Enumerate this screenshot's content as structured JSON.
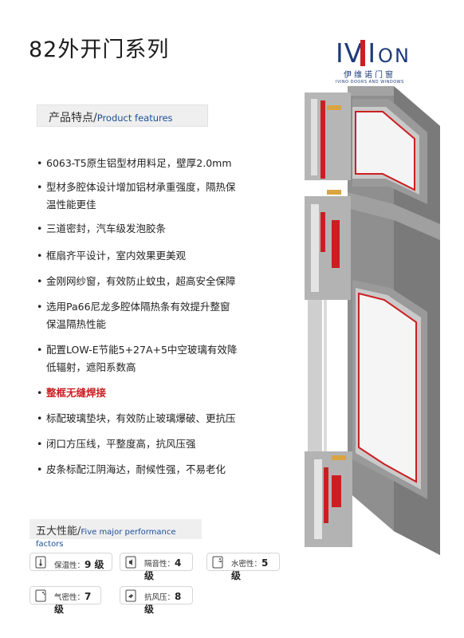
{
  "title": "82外开门系列",
  "logo": {
    "mark_i": "I",
    "mark_v": "V",
    "mark_i2": "I",
    "mark_on": "ON",
    "cn": "伊维诺门窗",
    "en": "IVINO DOORS AND WINDOWS"
  },
  "features_section": {
    "title_cn": "产品特点/",
    "title_en": "Product features"
  },
  "features": [
    {
      "text": "6063-T5原生铝型材用料足，壁厚2.0mm"
    },
    {
      "text": "型材多腔体设计增加铝材承重强度，隔热保",
      "text2": "温性能更佳"
    },
    {
      "text": "三道密封，汽车级发泡胶条"
    },
    {
      "text": "框扇齐平设计，室内效果更美观"
    },
    {
      "text": "金刚网纱窗，有效防止蚊虫，超高安全保障"
    },
    {
      "text": "选用Pa66尼龙多腔体隔热条有效提升整窗",
      "text2": "保温隔热性能"
    },
    {
      "text": "配置LOW-E节能5+27A+5中空玻璃有效降",
      "text2": "低辐射，遮阳系数高"
    },
    {
      "text": "整框无缝焊接"
    },
    {
      "text": "标配玻璃垫块，有效防止玻璃爆破、更抗压"
    },
    {
      "text": "闭口方压线，平整度高，抗风压强"
    },
    {
      "text": "皮条标配江阴海达，耐候性强，不易老化"
    }
  ],
  "bullet": "•",
  "performance_section": {
    "title_cn": "五大性能/",
    "title_en": "Five major performance factors"
  },
  "performance": [
    {
      "label": "保温性：",
      "value": "9 级",
      "icon": "thermometer-icon"
    },
    {
      "label": "隔音性：",
      "value": "4 级",
      "icon": "sound-icon"
    },
    {
      "label": "水密性：",
      "value": "5 级",
      "icon": "water-drop-icon"
    },
    {
      "label": "气密性：",
      "value": "7 级",
      "icon": "air-icon"
    },
    {
      "label": "抗风压：",
      "value": "8 级",
      "icon": "wind-icon"
    }
  ],
  "colors": {
    "accent_red": "#cc1e22",
    "brand_blue": "#1d3b7a",
    "frame_gray": "#8c8c8c"
  }
}
